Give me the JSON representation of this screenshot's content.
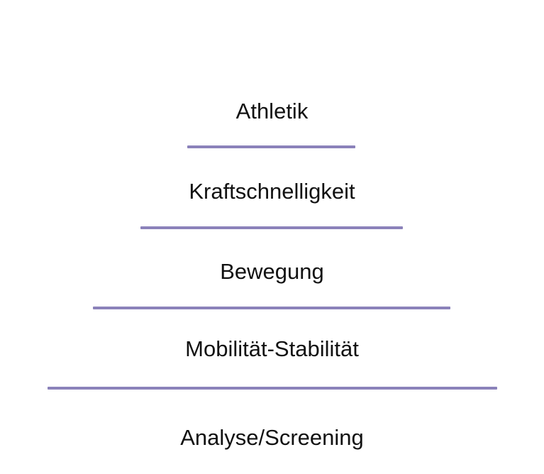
{
  "diagram": {
    "line_color": "#8B82BA",
    "text_color": "#111111",
    "levels": [
      {
        "label": "Athletik"
      },
      {
        "label": "Kraftschnelligkeit"
      },
      {
        "label": "Bewegung"
      },
      {
        "label": "Mobilität-Stabilität"
      },
      {
        "label": "Analyse/Screening"
      }
    ]
  }
}
